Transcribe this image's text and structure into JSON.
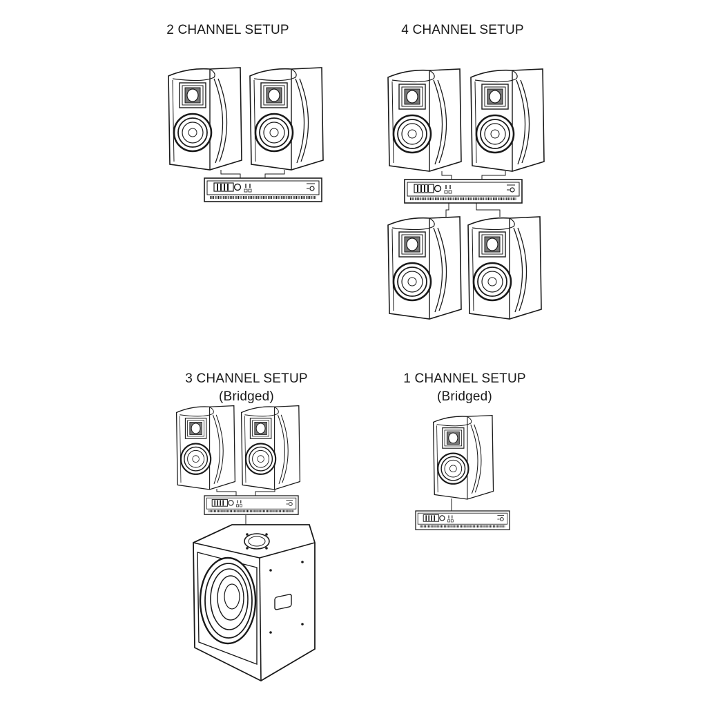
{
  "setups": {
    "two_channel": {
      "title": "2 CHANNEL SETUP"
    },
    "four_channel": {
      "title": "4 CHANNEL SETUP"
    },
    "three_channel": {
      "title": "3 CHANNEL SETUP",
      "subtitle": "(Bridged)"
    },
    "one_channel": {
      "title": "1 CHANNEL SETUP",
      "subtitle": "(Bridged)"
    }
  },
  "colors": {
    "line": "#1a1a1a",
    "fill": "#ffffff"
  },
  "icons": [
    "speaker-icon",
    "amplifier-icon",
    "subwoofer-icon"
  ]
}
